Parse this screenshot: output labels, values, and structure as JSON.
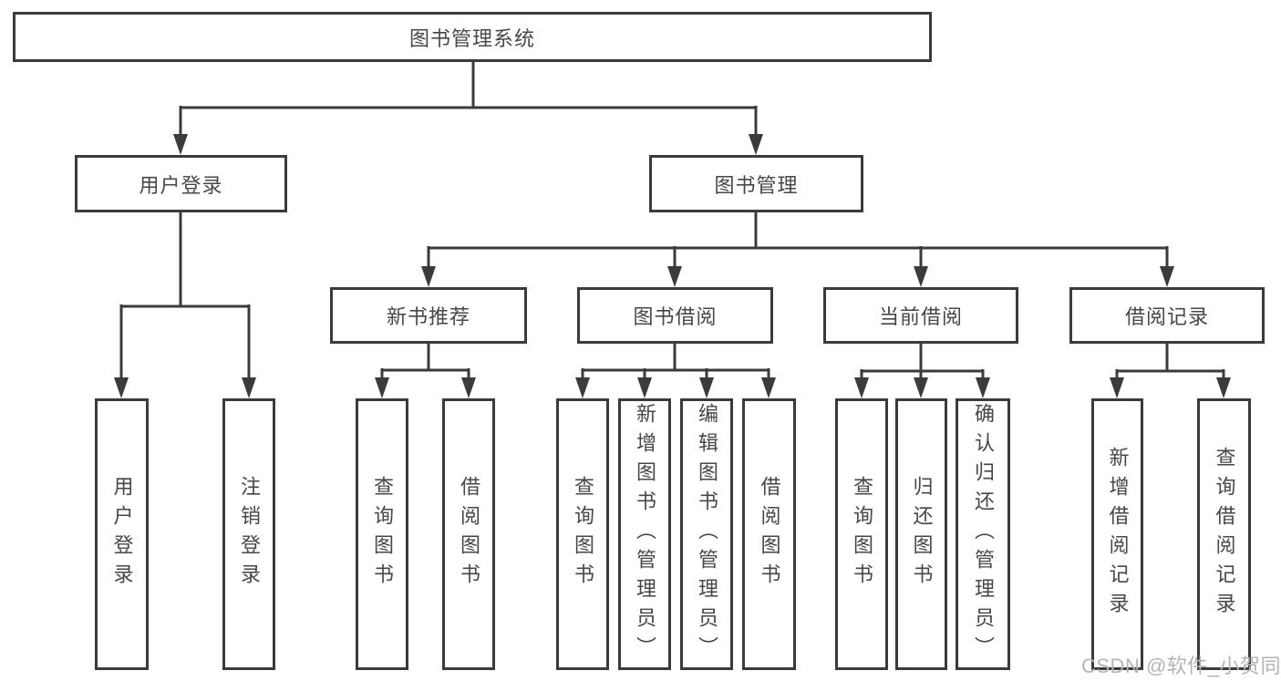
{
  "colors": {
    "line": "#3b3b3b",
    "text": "#474747",
    "watermark": "#b4b4b4",
    "background": "#ffffff"
  },
  "watermark": {
    "text": "CSDN @软件_小贺同学"
  },
  "tree": {
    "root": {
      "label": "图书管理系统",
      "children": [
        {
          "label": "用户登录",
          "children": [
            {
              "label": "用户登录"
            },
            {
              "label": "注销登录"
            }
          ]
        },
        {
          "label": "图书管理",
          "children": [
            {
              "label": "新书推荐",
              "children": [
                {
                  "label": "查询图书"
                },
                {
                  "label": "借阅图书"
                }
              ]
            },
            {
              "label": "图书借阅",
              "children": [
                {
                  "label": "查询图书"
                },
                {
                  "label": "新增图书（管理员）"
                },
                {
                  "label": "编辑图书（管理员）"
                },
                {
                  "label": "借阅图书"
                }
              ]
            },
            {
              "label": "当前借阅",
              "children": [
                {
                  "label": "查询图书"
                },
                {
                  "label": "归还图书"
                },
                {
                  "label": "确认归还（管理员）"
                }
              ]
            },
            {
              "label": "借阅记录",
              "children": [
                {
                  "label": "新增借阅记录"
                },
                {
                  "label": "查询借阅记录"
                }
              ]
            }
          ]
        }
      ]
    }
  }
}
